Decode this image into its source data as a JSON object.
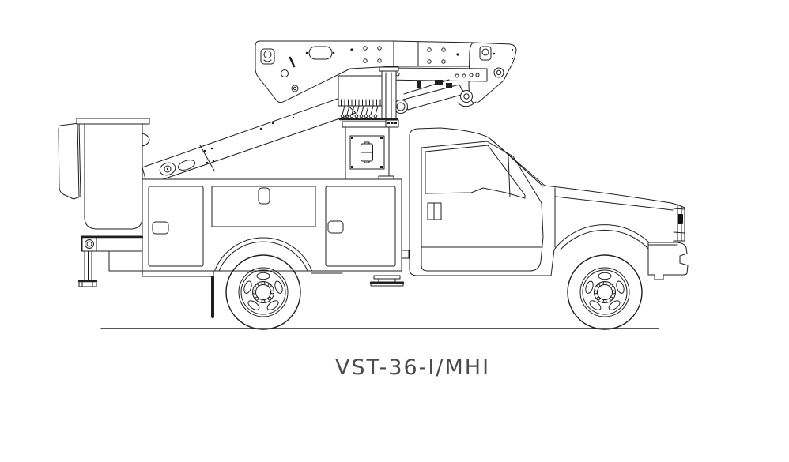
{
  "drawing": {
    "model_label": "VST-36-I/MHI",
    "type": "technical line drawing",
    "subject": "aerial bucket truck (utility service truck with articulated aerial lift), left side elevation",
    "colors": {
      "line-color": "#1f1f1f",
      "background-color": "#ffffff",
      "label-color": "#4a4a4a",
      "headlight-color": "#111111"
    },
    "components": [
      "aerial bucket (platform)",
      "bucket liner panel",
      "lower boom",
      "upper boom assembly",
      "boom elbow pivot",
      "lift cylinder and leveling linkage",
      "hydraulic valve bank with hoses",
      "turntable and riser",
      "pedestal with control panel",
      "rear outrigger with foot pad",
      "service body with three compartment doors",
      "rear wheel-arch skirt and mud flap",
      "rear wheel",
      "access step",
      "cab with door, window and vent divider",
      "hood, grille and headlight",
      "front bumper",
      "front wheel",
      "ground line"
    ]
  }
}
